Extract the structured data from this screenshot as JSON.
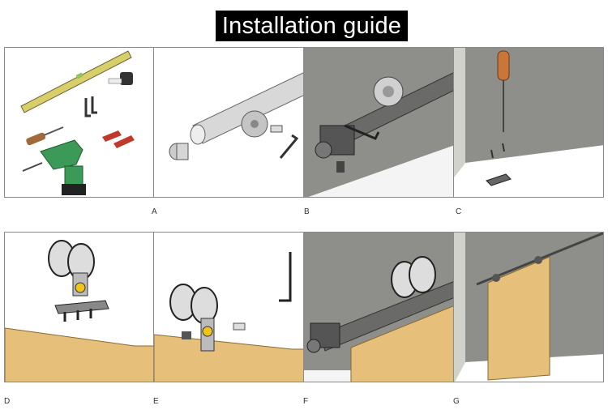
{
  "title": "Installation guide",
  "step_labels": [
    "A",
    "B",
    "C",
    "D",
    "E",
    "F",
    "G"
  ],
  "colors": {
    "title_bg": "#000000",
    "title_text": "#ffffff",
    "wall_gray": "#8e8e8a",
    "wood": "#e6c07a",
    "level_yellow": "#d9cf6a",
    "drill_green": "#3c9a58",
    "metal": "#c9c9c9"
  }
}
